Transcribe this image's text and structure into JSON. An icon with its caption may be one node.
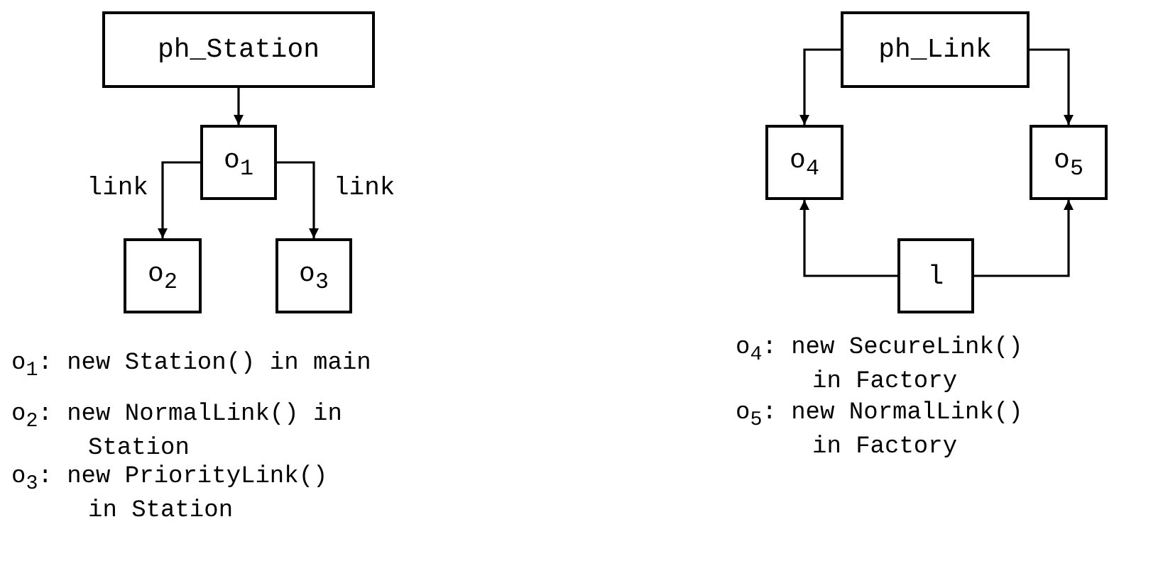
{
  "diagram": {
    "nodes": [
      {
        "text": [
          "ph_Station"
        ]
      },
      {
        "text": [
          "o$_{1}$"
        ]
      },
      {
        "text": [
          "o$_{2}$"
        ]
      },
      {
        "text": [
          "o$_{3}$"
        ]
      },
      {
        "text": [
          "ph_Link"
        ]
      },
      {
        "text": [
          "o$_{4}$"
        ]
      },
      {
        "text": [
          "o$_{5}$"
        ]
      },
      {
        "text": [
          "l"
        ]
      }
    ],
    "edges": [
      {
        "from": 0,
        "to": 1,
        "arrow": "to"
      },
      {
        "from": 1,
        "to": 2,
        "arrow": "to",
        "label": "link"
      },
      {
        "from": 1,
        "to": 3,
        "arrow": "to",
        "label": "link"
      },
      {
        "from": 4,
        "to": 5,
        "arrow": "to"
      },
      {
        "from": 4,
        "to": 6,
        "arrow": "to"
      },
      {
        "from": 7,
        "to": 5,
        "arrow": "to"
      },
      {
        "from": 7,
        "to": 6,
        "arrow": "to"
      }
    ],
    "labels": [
      "o$_{1}$: new Station() in main",
      "o$_{2}$: new NormalLink() in Station",
      "o$_{3}$: new PriorityLink() in Station",
      "o$_{4}$: new SecureLink() in Factory",
      "o$_{5}$: new NormalLink() in Factory"
    ]
  }
}
